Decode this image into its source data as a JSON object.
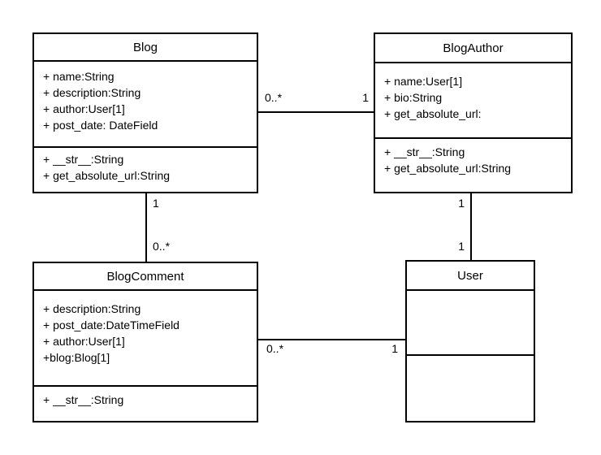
{
  "diagram": {
    "type": "uml-class-diagram",
    "colors": {
      "background": "#ffffff",
      "line": "#000000",
      "text": "#000000"
    },
    "classes": [
      {
        "title": "Blog",
        "attributes": [
          "+ name:String",
          "+ description:String",
          "+ author:User[1]",
          "+ post_date: DateField"
        ],
        "methods": [
          "+ __str__:String",
          "+ get_absolute_url:String"
        ]
      },
      {
        "title": "BlogAuthor",
        "attributes": [
          "+ name:User[1]",
          "+ bio:String",
          "+ get_absolute_url:"
        ],
        "methods": [
          "+ __str__:String",
          "+ get_absolute_url:String"
        ]
      },
      {
        "title": "BlogComment",
        "attributes": [
          "+ description:String",
          "+ post_date:DateTimeField",
          "+ author:User[1]",
          "+blog:Blog[1]"
        ],
        "methods": [
          "+ __str__:String"
        ]
      },
      {
        "title": "User",
        "attributes": [],
        "methods": []
      }
    ],
    "relationships": [
      {
        "from": "Blog",
        "to": "BlogAuthor",
        "from_label": "0..*",
        "to_label": "1"
      },
      {
        "from": "Blog",
        "to": "BlogComment",
        "from_label": "1",
        "to_label": "0..*"
      },
      {
        "from": "BlogAuthor",
        "to": "User",
        "from_label": "1",
        "to_label": "1"
      },
      {
        "from": "BlogComment",
        "to": "User",
        "from_label": "0..*",
        "to_label": "1"
      }
    ]
  }
}
